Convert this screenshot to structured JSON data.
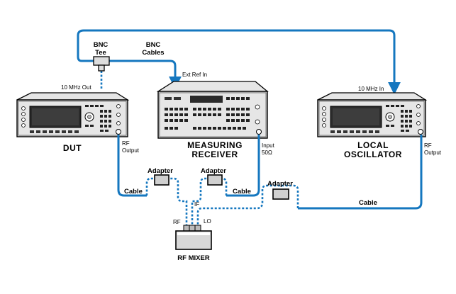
{
  "colors": {
    "cable": "#1577bf",
    "instrument": "#c9c9c9",
    "panel": "#e6e6e6",
    "screen": "#2b2b2b"
  },
  "labels": {
    "bnc_tee": [
      "BNC",
      "Tee"
    ],
    "bnc_cables": [
      "BNC",
      "Cables"
    ],
    "ext_ref_in": "Ext Ref In",
    "ref_out": "10 MHz Out",
    "lo_ref_in": "10 MHz In",
    "dut": "DUT",
    "receiver": [
      "MEASURING",
      "RECEIVER"
    ],
    "local_osc": [
      "LOCAL",
      "OSCILLATOR"
    ],
    "dut_rf_output": [
      "RF",
      "Output"
    ],
    "receiver_input": [
      "Input",
      "50Ω"
    ],
    "lo_rf_output": [
      "RF",
      "Output"
    ],
    "adapter_left": "Adapter",
    "adapter_mid": "Adapter",
    "adapter_right": "Adapter",
    "cable_left": "Cable",
    "cable_mid": "Cable",
    "cable_right": "Cable",
    "mixer_rf": "RF",
    "mixer_if": "IF",
    "mixer_lo": "LO",
    "rf_mixer": "RF MIXER"
  }
}
